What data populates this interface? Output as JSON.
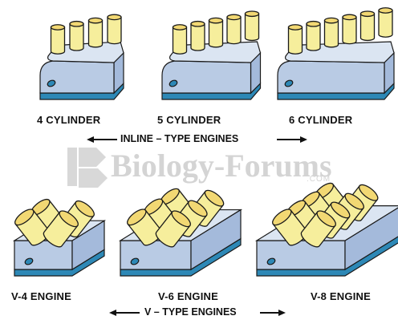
{
  "labels": {
    "inline4": "4 CYLINDER",
    "inline5": "5 CYLINDER",
    "inline6": "6 CYLINDER",
    "inline_group": "INLINE – TYPE ENGINES",
    "v4": "V-4 ENGINE",
    "v6": "V-6 ENGINE",
    "v8": "V-8 ENGINE",
    "v_group": "V – TYPE ENGINES"
  },
  "watermark": {
    "text": "Biology-Forums",
    "domain": ".COM",
    "logo_icon": "biology-forums-logo-icon"
  },
  "colors": {
    "block_top": "#dbe5f2",
    "block_front": "#b9cbe4",
    "block_side": "#a4badb",
    "base": "#2d88b6",
    "cylinder": "#f6ee9c",
    "cylinder_top": "#f2d873",
    "outline": "#1a1a1a"
  }
}
